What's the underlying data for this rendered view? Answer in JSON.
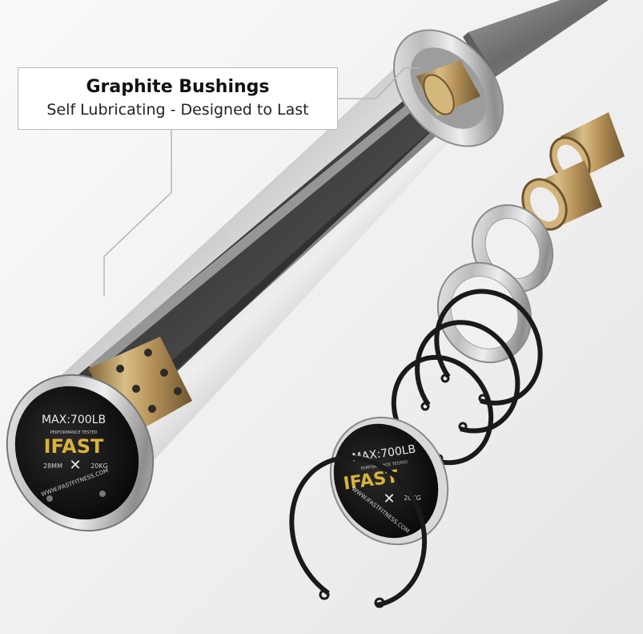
{
  "callout": {
    "title": "Graphite Bushings",
    "subtitle": "Self Lubricating - Designed to Last"
  },
  "end_cap_left": {
    "rating": "MAX:700LB",
    "tagline": "PERFORMANCE TESTED",
    "brand": "IFAST",
    "diameter": "28MM",
    "weight": "20KG",
    "website": "WWW.IFASTFITNESS.COM"
  },
  "end_cap_loose": {
    "rating": "MAX:700LB",
    "tagline": "PERFORMANCE TESTED",
    "brand": "IFAST",
    "weight": "20KG",
    "website": "WWW.IFASTFITNESS.COM"
  },
  "colors": {
    "brand_gold": "#d8b23a",
    "bronze": "#b8945a",
    "chrome": "#c9c9c9",
    "shaft_dark": "#3a3a3a",
    "ring_black": "#1a1a1a"
  }
}
